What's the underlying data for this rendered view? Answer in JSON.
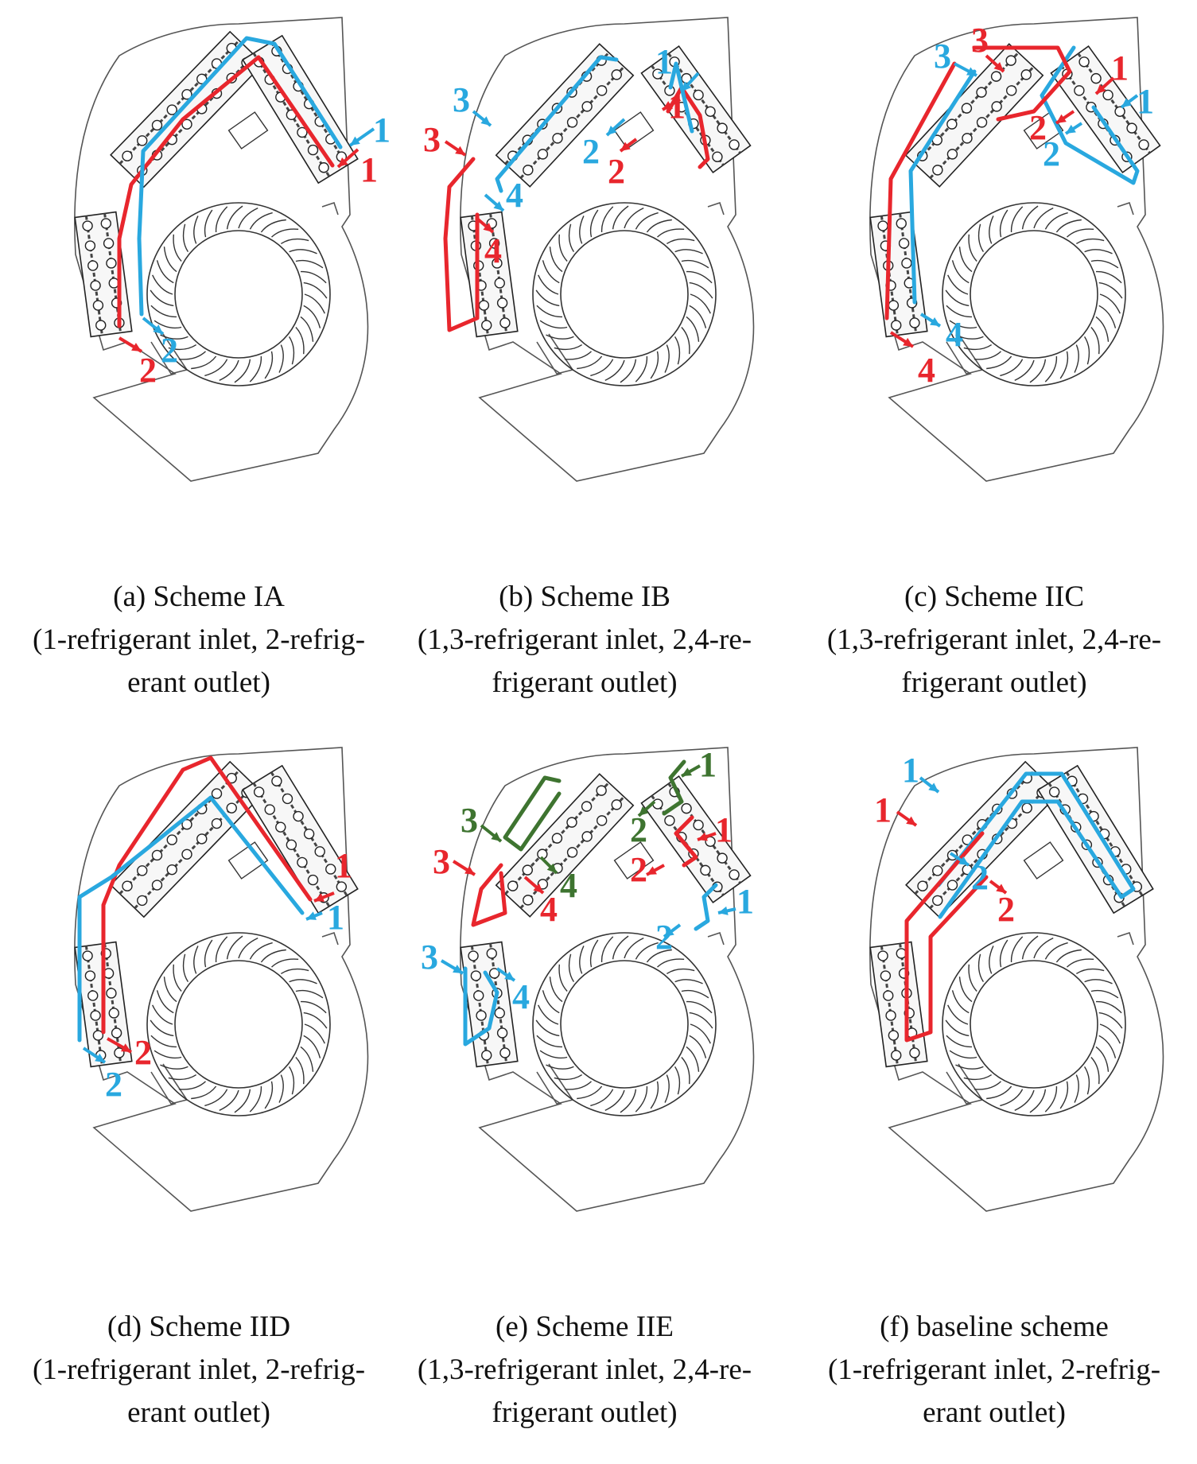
{
  "colors": {
    "red": "#e8262d",
    "blue": "#29a8df",
    "green": "#3e7430"
  },
  "panels": [
    {
      "id": "a",
      "caption": [
        "(a) Scheme IA",
        "(1-refrigerant inlet, 2-refrig-",
        "erant outlet)"
      ],
      "labels": [
        "1",
        "1",
        "2",
        "2"
      ]
    },
    {
      "id": "b",
      "caption": [
        "(b) Scheme IB",
        "(1,3-refrigerant inlet, 2,4-re-",
        "frigerant outlet)"
      ],
      "labels": [
        "1",
        "1",
        "2",
        "2",
        "3",
        "3",
        "4",
        "4"
      ]
    },
    {
      "id": "c",
      "caption": [
        "(c) Scheme IIC",
        "(1,3-refrigerant inlet, 2,4-re-",
        "frigerant outlet)"
      ],
      "labels": [
        "1",
        "1",
        "2",
        "2",
        "3",
        "3",
        "4",
        "4"
      ]
    },
    {
      "id": "d",
      "caption": [
        "(d) Scheme IID",
        "(1-refrigerant inlet, 2-refrig-",
        "erant outlet)"
      ],
      "labels": [
        "1",
        "1",
        "2",
        "2"
      ]
    },
    {
      "id": "e",
      "caption": [
        "(e) Scheme IIE",
        "(1,3-refrigerant inlet, 2,4-re-",
        "frigerant outlet)"
      ],
      "labels": [
        "1",
        "1",
        "1",
        "2",
        "2",
        "2",
        "3",
        "3",
        "3",
        "4",
        "4",
        "4"
      ]
    },
    {
      "id": "f",
      "caption": [
        "(f) baseline scheme",
        "(1-refrigerant inlet, 2-refrig-",
        "erant outlet)"
      ],
      "labels": [
        "1",
        "1",
        "2",
        "2"
      ]
    }
  ]
}
